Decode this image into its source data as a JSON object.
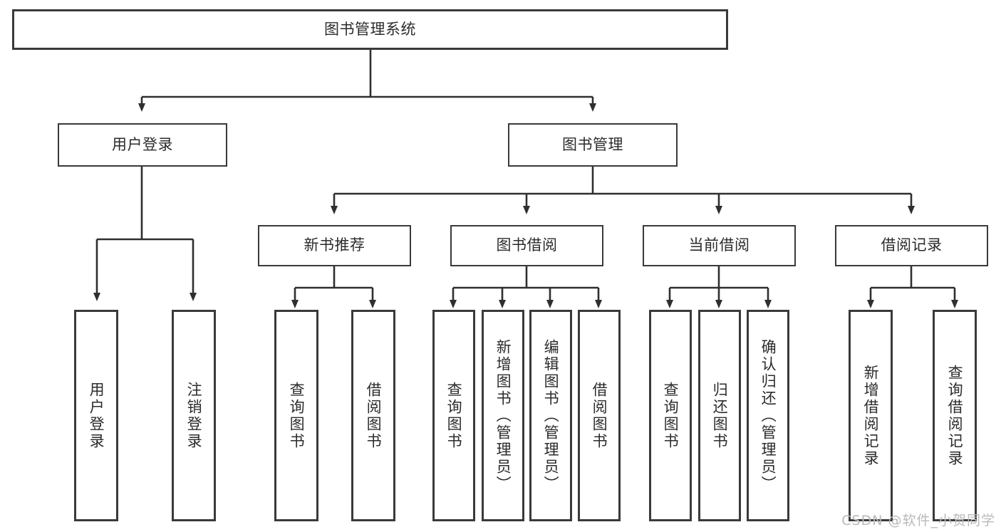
{
  "diagram": {
    "title": "图书管理系统",
    "type": "tree",
    "root": {
      "label": "图书管理系统"
    },
    "level1": [
      {
        "label": "用户登录"
      },
      {
        "label": "图书管理"
      }
    ],
    "level2": [
      {
        "label": "新书推荐"
      },
      {
        "label": "图书借阅"
      },
      {
        "label": "当前借阅"
      },
      {
        "label": "借阅记录"
      }
    ],
    "leaves": {
      "user_login": [
        {
          "label": "用户登录"
        },
        {
          "label": "注销登录"
        }
      ],
      "new_book_recommend": [
        {
          "label": "查询图书"
        },
        {
          "label": "借阅图书"
        }
      ],
      "book_borrow": [
        {
          "label": "查询图书"
        },
        {
          "label": "新增图书（管理员）"
        },
        {
          "label": "编辑图书（管理员）"
        },
        {
          "label": "借阅图书"
        }
      ],
      "current_borrow": [
        {
          "label": "查询图书"
        },
        {
          "label": "归还图书"
        },
        {
          "label": "确认归还（管理员）"
        }
      ],
      "borrow_record": [
        {
          "label": "新增借阅记录"
        },
        {
          "label": "查询借阅记录"
        }
      ]
    }
  },
  "watermark": {
    "text": "CSDN @软件_小贺同学"
  },
  "colors": {
    "box_border": "#3a3a3a",
    "box_fill": "#ffffff",
    "text": "#2b2b2b",
    "line": "#2f2f2f",
    "watermark": "#b9b9b9",
    "background": "#ffffff"
  }
}
